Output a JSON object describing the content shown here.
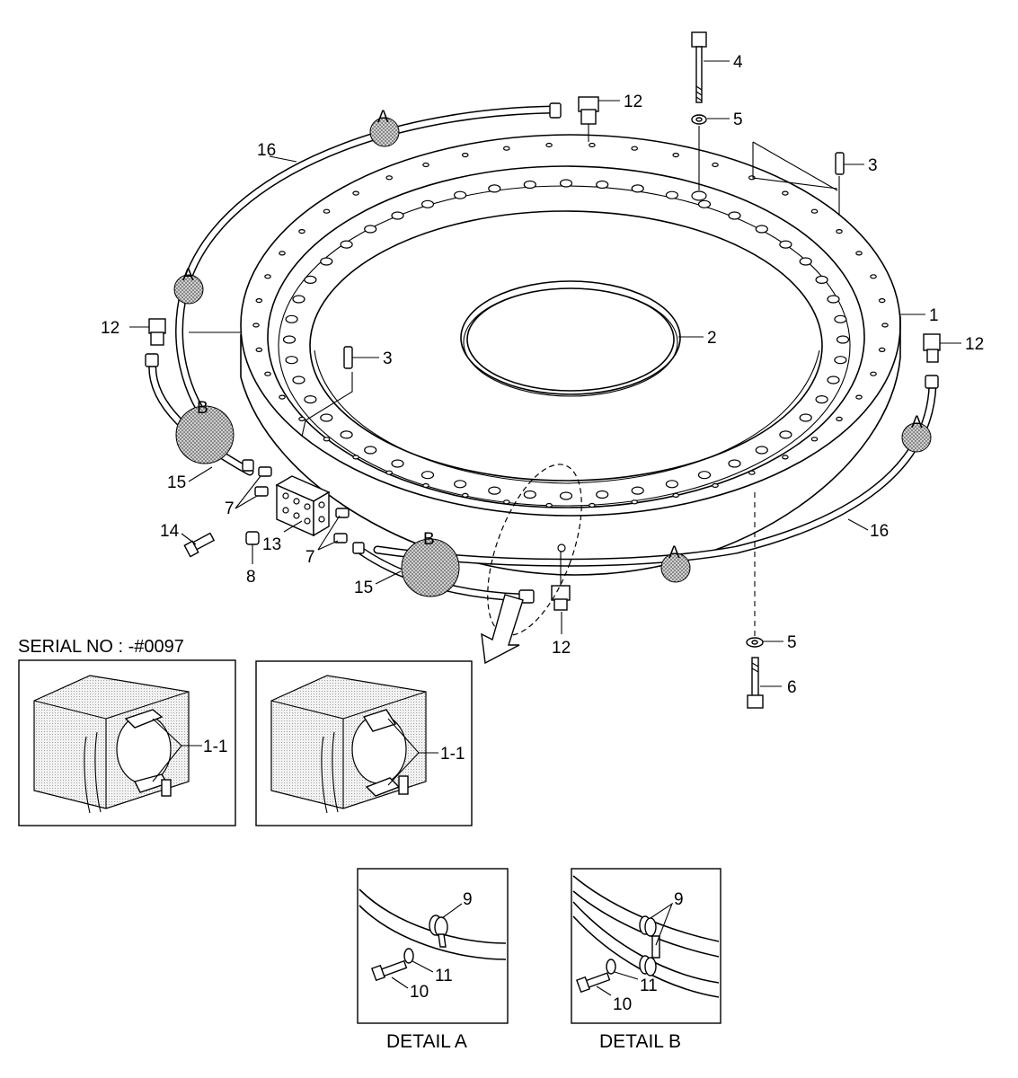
{
  "serial_label": "SERIAL NO : -#0097",
  "captions": {
    "detail_a": "DETAIL A",
    "detail_b": "DETAIL B"
  },
  "detail_markers": {
    "a": "A",
    "b": "B"
  },
  "callouts": {
    "c1": "1",
    "c1_1": "1-1",
    "c2": "2",
    "c3": "3",
    "c4": "4",
    "c5": "5",
    "c6": "6",
    "c7": "7",
    "c8": "8",
    "c9": "9",
    "c10": "10",
    "c11": "11",
    "c12": "12",
    "c13": "13",
    "c14": "14",
    "c15": "15",
    "c16": "16"
  }
}
